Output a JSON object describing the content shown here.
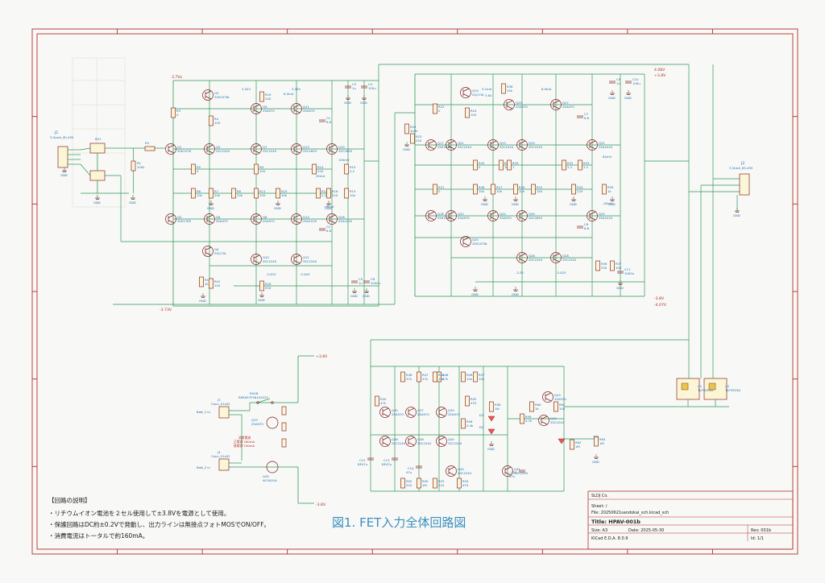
{
  "notes": {
    "title": "【回路の説明】",
    "lines": [
      "・リチウムイオン電池を２セル使用して±3.8Vを電源として使用。",
      "・保護回路はDC約±0.2Vで発動し、出力ラインは無接点フォトMOSでON/OFF。",
      "・消費電流はトータルで約160mA。"
    ]
  },
  "figure_caption": "図1. FET入力全体回路図",
  "title_block": {
    "company": "SLDJ Co.",
    "sheet": "Sheet: /",
    "file": "File: 20250621sandokai_sch.kicad_sch",
    "title": "Title: HPAV-001b",
    "size": "Size: A3",
    "date": "Date: 2025-05-30",
    "rev": "Rev: 001b",
    "tool": "KiCad E.D.A. 8.0.9",
    "id": "Id: 1/1"
  },
  "connectors": {
    "j1": {
      "ref": "J1",
      "value": "3.5(ack_M)-4S5"
    },
    "j2": {
      "ref": "J2",
      "value": "3.5(ack_M)-4S5"
    },
    "j3": {
      "ref": "J3",
      "value": "Conn_01x02",
      "pin": "Batt_1 in"
    },
    "j4": {
      "ref": "J4",
      "value": "Conn_01x02",
      "pin": "Batt_2 in"
    }
  },
  "power_labels": {
    "top_left_pos": "3.7Va",
    "bot_left_neg": "-3.73V",
    "top_right_pos": "4.08V",
    "top_right_net": "+3.8V",
    "bot_right_neg": "-4.07V",
    "bot_right_net": "-3.8V",
    "prot_pos": "+3.8V",
    "prot_neg": "-3.8V"
  },
  "batt_note": [
    "消費電流",
    "正電源  160mA",
    "負電源  150mA"
  ],
  "left_channel": {
    "fet_in": [
      {
        "ref": "Q1",
        "val": "2SK1078"
      },
      {
        "ref": "Q2",
        "val": "2SK1769"
      },
      {
        "ref": "Q3",
        "val": "2SK1078L"
      },
      {
        "ref": "Q4",
        "val": "2SJ170L"
      }
    ],
    "bjt": [
      {
        "ref": "Q5",
        "val": "2SC2240"
      },
      {
        "ref": "Q6",
        "val": "2SA970"
      },
      {
        "ref": "Q7",
        "val": "2SC2240"
      },
      {
        "ref": "Q8",
        "val": "2SA970"
      },
      {
        "ref": "Q9",
        "val": "2SA970"
      },
      {
        "ref": "Q10",
        "val": "2SC2240"
      },
      {
        "ref": "Q11",
        "val": "2SA970"
      },
      {
        "ref": "Q12",
        "val": "2SC2240"
      },
      {
        "ref": "Q13",
        "val": "2SC2655"
      },
      {
        "ref": "Q14",
        "val": "2SA1020"
      },
      {
        "ref": "Q15",
        "val": "2SC2655"
      },
      {
        "ref": "Q16",
        "val": "2SA1020"
      }
    ],
    "res": [
      {
        "ref": "R1",
        "val": "100k"
      },
      {
        "ref": "R2",
        "val": "220"
      },
      {
        "ref": "R3",
        "val": "0"
      },
      {
        "ref": "R4",
        "val": "100"
      },
      {
        "ref": "R5",
        "val": "0"
      },
      {
        "ref": "R6",
        "val": "10k"
      },
      {
        "ref": "R7",
        "val": "10k"
      },
      {
        "ref": "R8",
        "val": "10k"
      },
      {
        "ref": "R9",
        "val": "100"
      },
      {
        "ref": "R10",
        "val": "10k"
      },
      {
        "ref": "R11",
        "val": "150"
      },
      {
        "ref": "R12",
        "val": "2.2"
      },
      {
        "ref": "R13",
        "val": "10k"
      },
      {
        "ref": "R14",
        "val": "220"
      },
      {
        "ref": "R15",
        "val": "2.2"
      },
      {
        "ref": "R16",
        "val": "220"
      },
      {
        "ref": "R17",
        "val": "1k"
      },
      {
        "ref": "R18",
        "val": "330"
      },
      {
        "ref": "R19",
        "val": "100"
      }
    ],
    "cap": [
      {
        "ref": "C1",
        "val": "6.8"
      },
      {
        "ref": "C2",
        "val": "6.8"
      },
      {
        "ref": "C3",
        "val": "1u"
      },
      {
        "ref": "C4",
        "val": "100u"
      },
      {
        "ref": "C5",
        "val": "1u"
      },
      {
        "ref": "C6",
        "val": "1000u"
      }
    ],
    "voltages": [
      "3.42V",
      "3.43V",
      "6.5mA",
      "55mA",
      "-3.42V",
      "-3.44V",
      "100mV",
      "-96mV"
    ],
    "vr": {
      "ref": "RV1",
      "val": "1k"
    },
    "rv": {
      "ref": "RV2",
      "val": "100"
    }
  },
  "right_channel": {
    "fet_in": [
      {
        "ref": "Q17",
        "val": "2SK1078"
      },
      {
        "ref": "Q18",
        "val": "2SK1769"
      },
      {
        "ref": "Q19",
        "val": "2SJ170L"
      },
      {
        "ref": "Q20",
        "val": "2SK1078L"
      }
    ],
    "bjt": [
      {
        "ref": "Q21",
        "val": "2SC2240"
      },
      {
        "ref": "Q22",
        "val": "2SA970"
      },
      {
        "ref": "Q23",
        "val": "2SC2240"
      },
      {
        "ref": "Q24",
        "val": "2SA970"
      },
      {
        "ref": "Q25",
        "val": "2SA970"
      },
      {
        "ref": "Q26",
        "val": "2SC2240"
      },
      {
        "ref": "Q27",
        "val": "2SA970"
      },
      {
        "ref": "Q28",
        "val": "2SC2240"
      },
      {
        "ref": "Q29",
        "val": "2SC2240"
      },
      {
        "ref": "Q30",
        "val": "2SC2655"
      },
      {
        "ref": "Q31",
        "val": "2SA1020"
      },
      {
        "ref": "Q32",
        "val": "2SA1020"
      }
    ],
    "res": [
      {
        "ref": "R20",
        "val": "100k"
      },
      {
        "ref": "R21",
        "val": "0"
      },
      {
        "ref": "R22",
        "val": "0"
      },
      {
        "ref": "R23",
        "val": "220"
      },
      {
        "ref": "R24",
        "val": "100"
      },
      {
        "ref": "R25",
        "val": "0"
      },
      {
        "ref": "R26",
        "val": "10k"
      },
      {
        "ref": "R27",
        "val": "10k"
      },
      {
        "ref": "R28",
        "val": "10k"
      },
      {
        "ref": "R29",
        "val": "1"
      },
      {
        "ref": "R30",
        "val": "10k"
      },
      {
        "ref": "R31",
        "val": "150"
      },
      {
        "ref": "R32",
        "val": "2.2"
      },
      {
        "ref": "R33",
        "val": "2.2"
      },
      {
        "ref": "R34",
        "val": "220"
      },
      {
        "ref": "R35",
        "val": "1k"
      },
      {
        "ref": "R36",
        "val": "330"
      },
      {
        "ref": "R37",
        "val": "100"
      },
      {
        "ref": "R38",
        "val": "15k"
      }
    ],
    "cap": [
      {
        "ref": "C7",
        "val": "6.8"
      },
      {
        "ref": "C8",
        "val": "6.8"
      },
      {
        "ref": "C9",
        "val": "1u"
      },
      {
        "ref": "C10",
        "val": "100u"
      },
      {
        "ref": "C11",
        "val": "1000u"
      }
    ],
    "voltages": [
      "3.1mA",
      "3.6V",
      "6.9mA",
      "84mV",
      "-3.3V",
      "-3.42V",
      "-92mV"
    ],
    "vr": {
      "ref": "RV3",
      "val": "1k"
    }
  },
  "protection": {
    "bjt": [
      {
        "ref": "Q33",
        "val": "2SA970"
      },
      {
        "ref": "Q34",
        "val": "AO3401A"
      },
      {
        "ref": "Q35",
        "val": "2SA970"
      },
      {
        "ref": "Q36",
        "val": "2SC2240"
      },
      {
        "ref": "Q37",
        "val": "2SA970"
      },
      {
        "ref": "Q38",
        "val": "2SC2240"
      },
      {
        "ref": "Q39",
        "val": "2SA970"
      },
      {
        "ref": "Q40",
        "val": "2SC2240"
      },
      {
        "ref": "Q41",
        "val": "2SC2240"
      },
      {
        "ref": "Q42",
        "val": "2SC2240"
      },
      {
        "ref": "Q43",
        "val": "2SA970"
      },
      {
        "ref": "Q44",
        "val": "2SC2240"
      }
    ],
    "res": [
      {
        "ref": "R45",
        "val": "47k"
      },
      {
        "ref": "R46",
        "val": "47k"
      },
      {
        "ref": "R47",
        "val": "47k"
      },
      {
        "ref": "R48",
        "val": "47k"
      },
      {
        "ref": "R49",
        "val": "10k"
      },
      {
        "ref": "R50",
        "val": "1M"
      },
      {
        "ref": "R51",
        "val": "10k"
      },
      {
        "ref": "R52",
        "val": "220"
      },
      {
        "ref": "R53",
        "val": "220"
      },
      {
        "ref": "R54",
        "val": "470"
      },
      {
        "ref": "R55",
        "val": "470"
      },
      {
        "ref": "R56",
        "val": "2.4k"
      },
      {
        "ref": "R57",
        "val": "10k"
      },
      {
        "ref": "R58",
        "val": "1M"
      },
      {
        "ref": "R59",
        "val": "4.7k"
      },
      {
        "ref": "R60",
        "val": "1k"
      },
      {
        "ref": "R61",
        "val": "10k"
      },
      {
        "ref": "R62",
        "val": "1M"
      },
      {
        "ref": "R63",
        "val": "1M"
      }
    ],
    "cap": [
      {
        "ref": "C12",
        "val": "BP47u"
      },
      {
        "ref": "C13",
        "val": "BP47u"
      },
      {
        "ref": "C14",
        "val": "47u"
      },
      {
        "ref": "C15",
        "val": "47u"
      }
    ],
    "diodes": [
      {
        "ref": "D1",
        "val": "RED"
      },
      {
        "ref": "D2",
        "val": "RED"
      }
    ],
    "photomos": [
      {
        "ref": "U1",
        "val": "TLP3553A"
      },
      {
        "ref": "U2",
        "val": "TLP3553A"
      }
    ],
    "sw": {
      "ref": "RH1B",
      "val": "RKR097F5N104537"
    },
    "ps": {
      "ref": "TP1",
      "val": "GND"
    }
  },
  "gnd": "GND"
}
